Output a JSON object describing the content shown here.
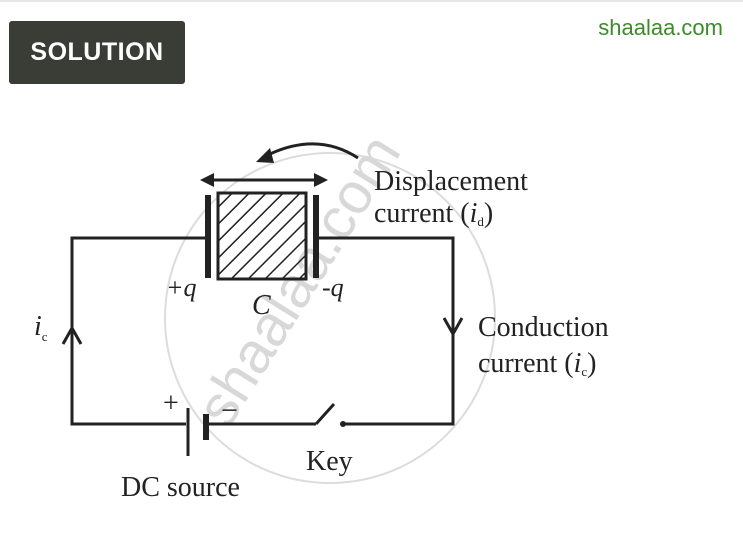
{
  "header": {
    "badge": "SOLUTION",
    "brand": "shaalaa.com"
  },
  "diagram": {
    "watermark": "shaalaa.com",
    "displacement_line1": "Displacement",
    "displacement_line2_text": "current (",
    "displacement_sym": "i",
    "displacement_sub": "d",
    "displacement_close": ")",
    "conduction_line1": "Conduction",
    "conduction_line2_text": "current (",
    "conduction_sym": "i",
    "conduction_sub": "c",
    "conduction_close": ")",
    "plus_q": "+q",
    "minus_q": "-q",
    "capacitor_label": "C",
    "ic_sym": "i",
    "ic_sub": "c",
    "battery_plus": "+",
    "battery_minus": "−",
    "key_label": "Key",
    "source_label": "DC source"
  }
}
